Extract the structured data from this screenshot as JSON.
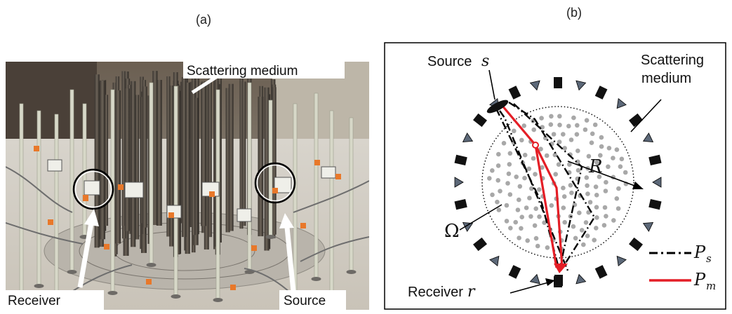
{
  "panels": {
    "a": {
      "label": "(a)",
      "scattering_label": "Scattering medium",
      "receiver_label": "Receiver",
      "source_label": "Source"
    },
    "b": {
      "label": "(b)",
      "source_text": "Source",
      "source_symbol": "s",
      "scattering_text_1": "Scattering",
      "scattering_text_2": "medium",
      "radius_symbol": "R",
      "omega_symbol": "Ω",
      "receiver_text": "Receiver",
      "receiver_symbol": "r",
      "legend": {
        "ps_base": "P",
        "ps_sub": "s",
        "pm_base": "P",
        "pm_sub": "m"
      }
    }
  },
  "colors": {
    "path_pm": "#e41e26",
    "path_ps": "#000000",
    "scatterer": "#a8a8a8",
    "transducer_dark": "#111111",
    "transducer_gray": "#5c6878"
  }
}
